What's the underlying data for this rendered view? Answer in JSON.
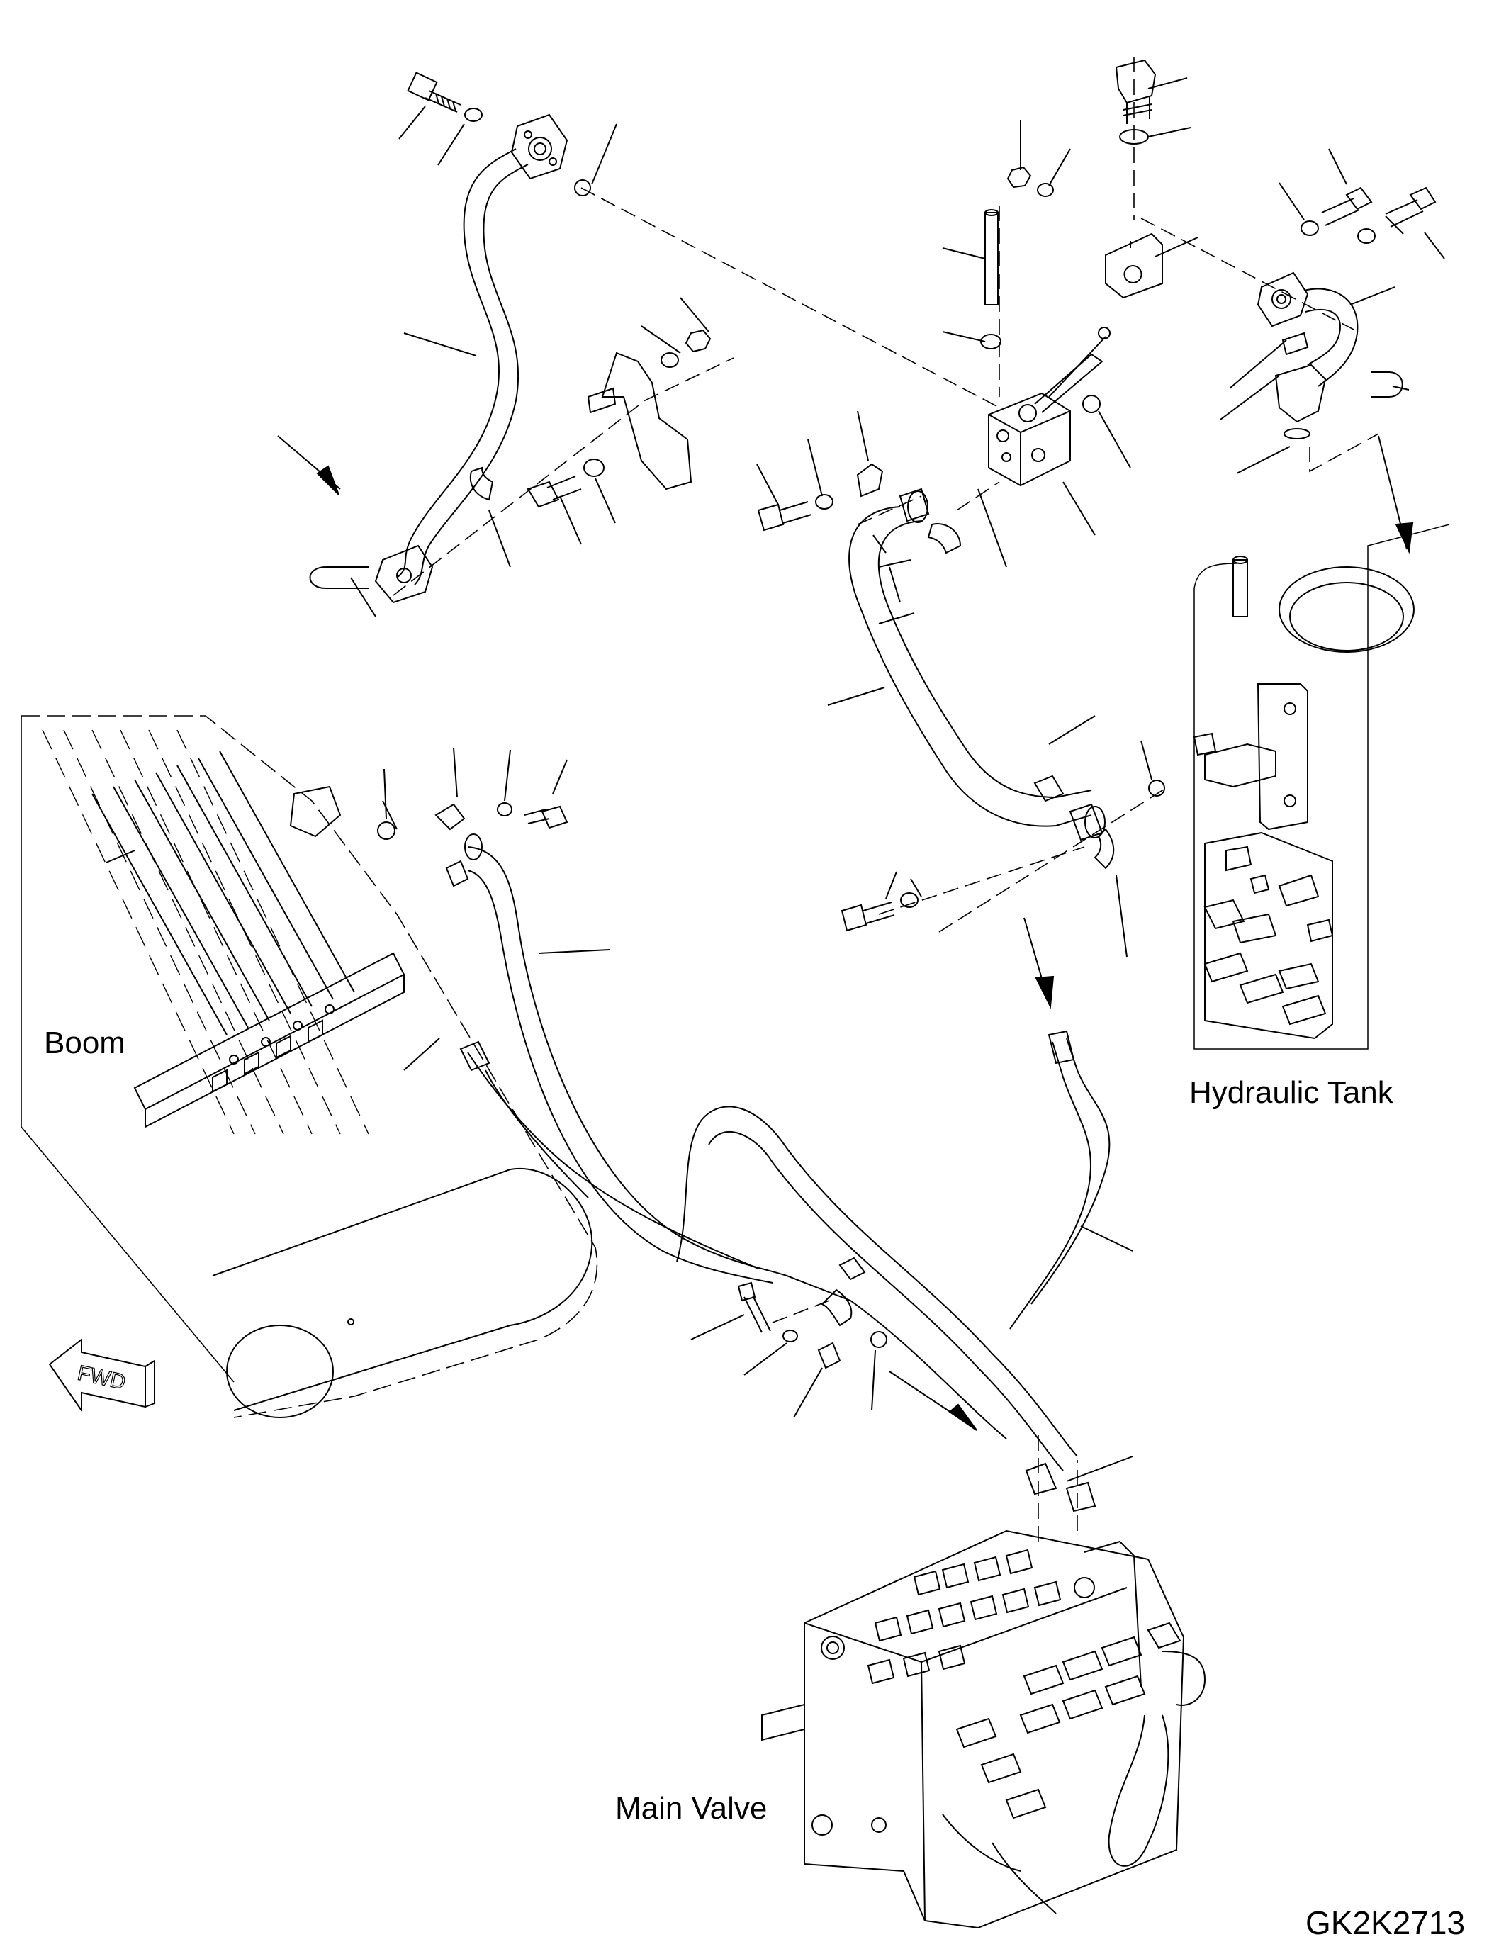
{
  "diagram": {
    "labels": {
      "boom": "Boom",
      "hydraulic_tank": "Hydraulic Tank",
      "main_valve": "Main Valve",
      "drawing_code": "GK2K2713",
      "fwd_arrow": "FWD"
    }
  }
}
